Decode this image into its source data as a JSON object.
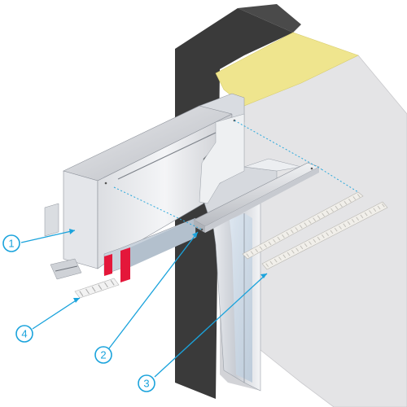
{
  "diagram": {
    "callouts": [
      {
        "number": "1",
        "part": "window-cap"
      },
      {
        "number": "2",
        "part": "aluminium-rail"
      },
      {
        "number": "3",
        "part": "grille-strips"
      },
      {
        "number": "4",
        "part": "spacer-strip"
      }
    ],
    "colors": {
      "callout_blue": "#1aa3dc",
      "dark_band": "#3a3a3a",
      "insulation_yellow": "#efe58e",
      "wall_grey": "#e4e4e6",
      "seal_red": "#e4173a"
    }
  }
}
